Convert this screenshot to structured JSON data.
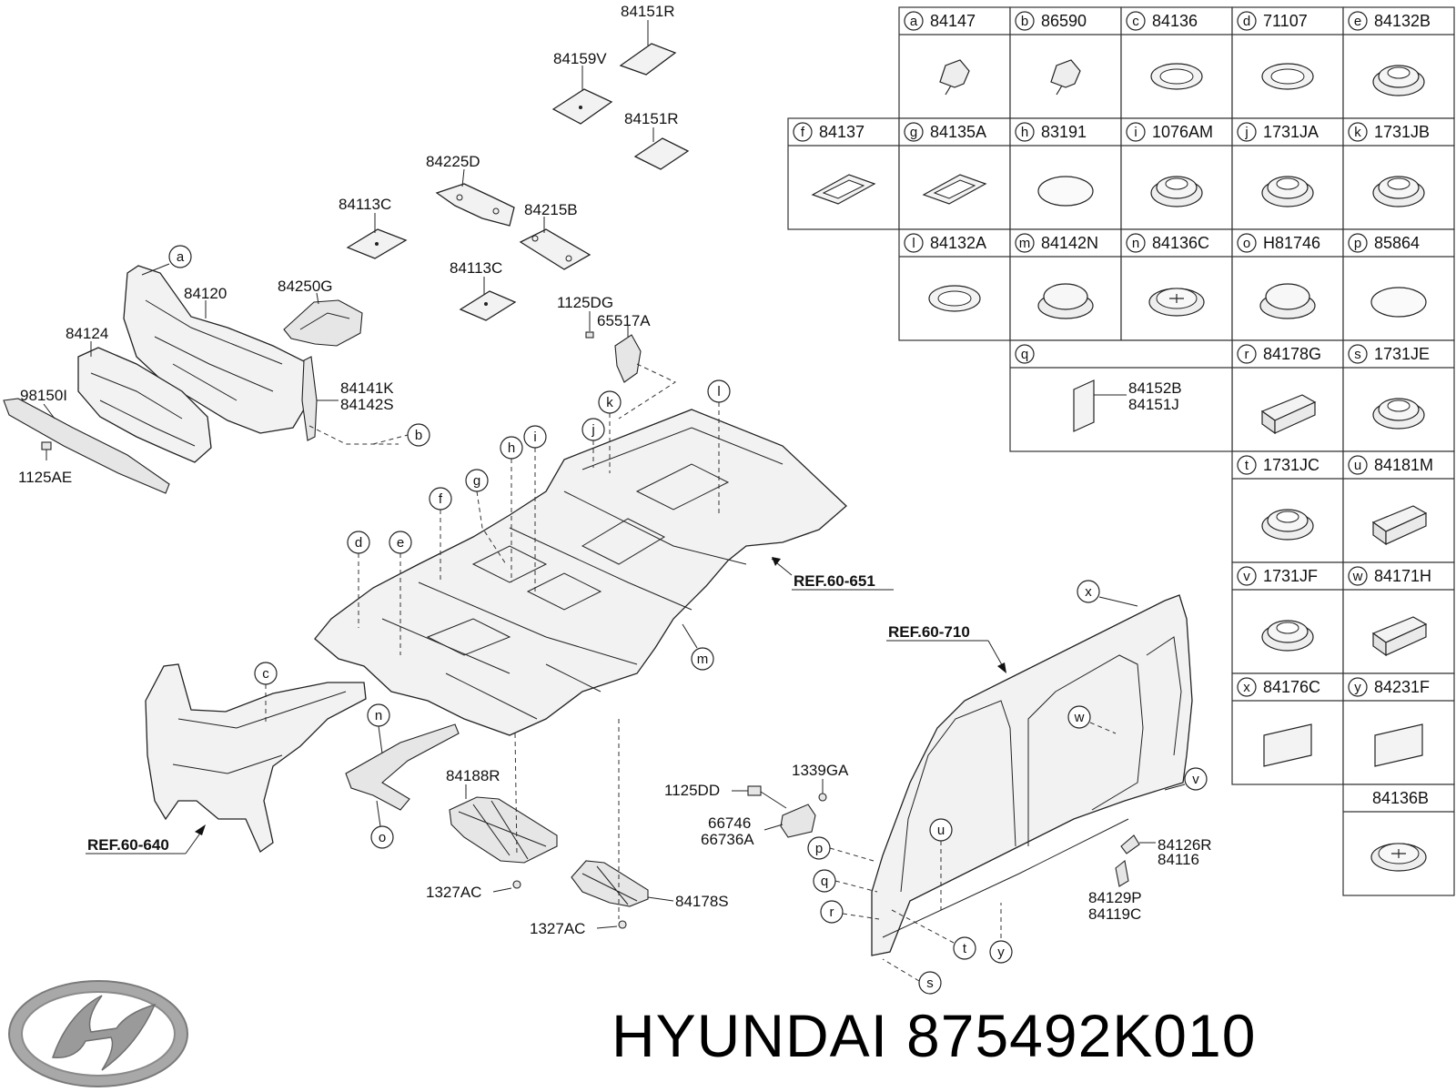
{
  "brand": {
    "name": "HYUNDAI",
    "part_number": "875492K010"
  },
  "logo": {
    "name": "hyundai-logo",
    "color": "#9a9a9a"
  },
  "refs": [
    "REF.60-651",
    "REF.60-640",
    "REF.60-710"
  ],
  "left_labels": [
    "84151R",
    "84159V",
    "84151R",
    "84225D",
    "84113C",
    "84215B",
    "84113C",
    "84250G",
    "84120",
    "84124",
    "98150I",
    "1125AE",
    "84141K",
    "84142S",
    "1125DG",
    "65517A",
    "84188R",
    "1327AC",
    "84178S",
    "1327AC",
    "1125DD",
    "1339GA",
    "66746",
    "66736A",
    "84126R",
    "84116",
    "84129P",
    "84119C"
  ],
  "callout_letters": [
    "a",
    "b",
    "c",
    "d",
    "e",
    "f",
    "g",
    "h",
    "i",
    "j",
    "k",
    "l",
    "m",
    "n",
    "o",
    "p",
    "q",
    "r",
    "s",
    "t",
    "u",
    "v",
    "w",
    "x",
    "y"
  ],
  "legend": [
    {
      "letter": "a",
      "code": "84147"
    },
    {
      "letter": "b",
      "code": "86590"
    },
    {
      "letter": "c",
      "code": "84136"
    },
    {
      "letter": "d",
      "code": "71107"
    },
    {
      "letter": "e",
      "code": "84132B"
    },
    {
      "letter": "f",
      "code": "84137"
    },
    {
      "letter": "g",
      "code": "84135A"
    },
    {
      "letter": "h",
      "code": "83191"
    },
    {
      "letter": "i",
      "code": "1076AM"
    },
    {
      "letter": "j",
      "code": "1731JA"
    },
    {
      "letter": "k",
      "code": "1731JB"
    },
    {
      "letter": "l",
      "code": "84132A"
    },
    {
      "letter": "m",
      "code": "84142N"
    },
    {
      "letter": "n",
      "code": "84136C"
    },
    {
      "letter": "o",
      "code": "H81746"
    },
    {
      "letter": "p",
      "code": "85864"
    },
    {
      "letter": "q",
      "code": ""
    },
    {
      "letter": "r",
      "code": "84178G"
    },
    {
      "letter": "s",
      "code": "1731JE"
    },
    {
      "letter": "t",
      "code": "1731JC"
    },
    {
      "letter": "u",
      "code": "84181M"
    },
    {
      "letter": "v",
      "code": "1731JF"
    },
    {
      "letter": "w",
      "code": "84171H"
    },
    {
      "letter": "x",
      "code": "84176C"
    },
    {
      "letter": "y",
      "code": "84231F"
    },
    {
      "letter": "",
      "code": "84136B"
    }
  ],
  "legend_q_codes": [
    "84152B",
    "84151J"
  ]
}
